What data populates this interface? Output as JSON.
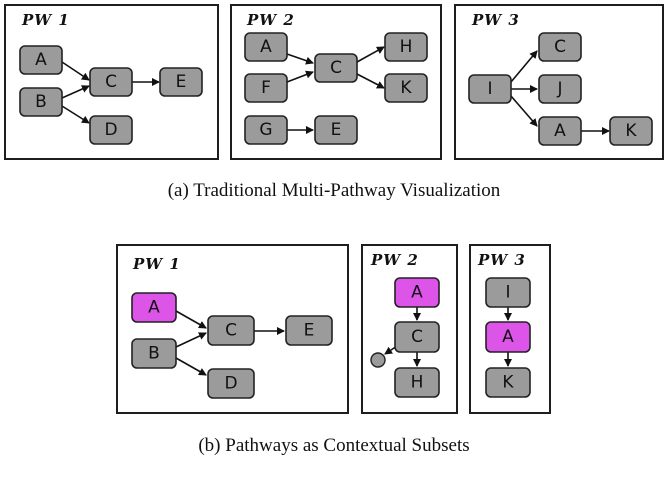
{
  "colors": {
    "node_default": "#9b9b9b",
    "node_highlight": "#dd55e8",
    "context_dot": "#9b9b9b"
  },
  "figure_a": {
    "caption": "(a) Traditional Multi-Pathway Visualization",
    "panels": [
      {
        "title": "PW 1",
        "nodes": [
          "A",
          "B",
          "C",
          "E",
          "D"
        ],
        "edges": [
          [
            "A",
            "C"
          ],
          [
            "B",
            "C"
          ],
          [
            "C",
            "E"
          ],
          [
            "B",
            "D"
          ]
        ]
      },
      {
        "title": "PW 2",
        "nodes": [
          "A",
          "F",
          "C",
          "H",
          "K",
          "G",
          "E"
        ],
        "edges": [
          [
            "A",
            "C"
          ],
          [
            "F",
            "C"
          ],
          [
            "C",
            "H"
          ],
          [
            "C",
            "K"
          ],
          [
            "G",
            "E"
          ]
        ]
      },
      {
        "title": "PW 3",
        "nodes": [
          "C",
          "I",
          "J",
          "A",
          "K"
        ],
        "edges": [
          [
            "I",
            "C"
          ],
          [
            "I",
            "J"
          ],
          [
            "I",
            "A"
          ],
          [
            "A",
            "K"
          ]
        ]
      }
    ]
  },
  "figure_b": {
    "caption": "(b) Pathways as Contextual Subsets",
    "panels": [
      {
        "title": "PW 1",
        "nodes": [
          "A",
          "B",
          "C",
          "E",
          "D"
        ],
        "highlight": [
          "A"
        ],
        "edges": [
          [
            "A",
            "C"
          ],
          [
            "B",
            "C"
          ],
          [
            "C",
            "E"
          ],
          [
            "B",
            "D"
          ]
        ]
      },
      {
        "title": "PW 2",
        "nodes": [
          "A",
          "C",
          "H"
        ],
        "highlight": [
          "A"
        ],
        "edges": [
          [
            "A",
            "C"
          ],
          [
            "C",
            "H"
          ]
        ]
      },
      {
        "title": "PW 3",
        "nodes": [
          "I",
          "A",
          "K"
        ],
        "highlight": [
          "A"
        ],
        "edges": [
          [
            "I",
            "A"
          ],
          [
            "A",
            "K"
          ]
        ]
      }
    ]
  }
}
